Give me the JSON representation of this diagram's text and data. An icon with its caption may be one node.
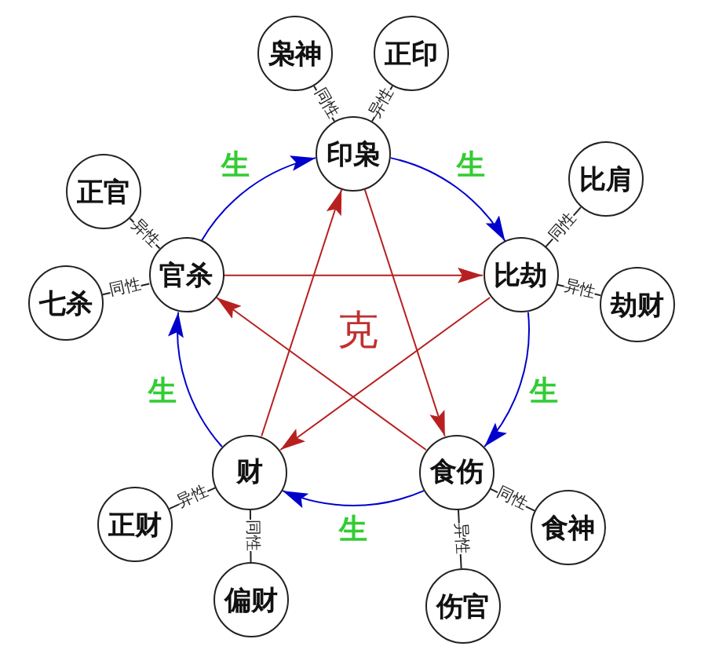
{
  "diagram": {
    "nodes": [
      {
        "text": [
          "枭神"
        ]
      },
      {
        "text": [
          "正印"
        ]
      },
      {
        "text": [
          "印枭"
        ]
      },
      {
        "text": [
          "正官"
        ]
      },
      {
        "text": [
          "比肩"
        ]
      },
      {
        "text": [
          "官杀"
        ]
      },
      {
        "text": [
          "比劫"
        ]
      },
      {
        "text": [
          "七杀"
        ]
      },
      {
        "text": [
          "劫财"
        ]
      },
      {
        "text": [
          "财"
        ]
      },
      {
        "text": [
          "食伤"
        ]
      },
      {
        "text": [
          "正财"
        ]
      },
      {
        "text": [
          "食神"
        ]
      },
      {
        "text": [
          "偏财"
        ]
      },
      {
        "text": [
          "伤官"
        ]
      }
    ],
    "edges": [
      {
        "from": 2,
        "to": 6,
        "arrow": "to",
        "label": "生",
        "color": "#0000cc"
      },
      {
        "from": 6,
        "to": 10,
        "arrow": "to",
        "label": "生",
        "color": "#0000cc"
      },
      {
        "from": 10,
        "to": 9,
        "arrow": "to",
        "label": "生",
        "color": "#0000cc"
      },
      {
        "from": 9,
        "to": 5,
        "arrow": "to",
        "label": "生",
        "color": "#0000cc"
      },
      {
        "from": 5,
        "to": 2,
        "arrow": "to",
        "label": "生",
        "color": "#0000cc"
      },
      {
        "from": 2,
        "to": 10,
        "arrow": "to",
        "color": "#b82020"
      },
      {
        "from": 10,
        "to": 5,
        "arrow": "to",
        "color": "#b82020"
      },
      {
        "from": 5,
        "to": 6,
        "arrow": "to",
        "color": "#b82020"
      },
      {
        "from": 6,
        "to": 9,
        "arrow": "to",
        "color": "#b82020"
      },
      {
        "from": 9,
        "to": 2,
        "arrow": "to",
        "color": "#b82020"
      },
      {
        "from": 2,
        "to": 0,
        "arrow": "none",
        "label": "同性"
      },
      {
        "from": 2,
        "to": 1,
        "arrow": "none",
        "label": "异性"
      },
      {
        "from": 5,
        "to": 3,
        "arrow": "none",
        "label": "异性"
      },
      {
        "from": 5,
        "to": 7,
        "arrow": "none",
        "label": "同性"
      },
      {
        "from": 6,
        "to": 4,
        "arrow": "none",
        "label": "同性"
      },
      {
        "from": 6,
        "to": 8,
        "arrow": "none",
        "label": "异性"
      },
      {
        "from": 9,
        "to": 11,
        "arrow": "none",
        "label": "异性"
      },
      {
        "from": 9,
        "to": 13,
        "arrow": "none",
        "label": "同性"
      },
      {
        "from": 10,
        "to": 12,
        "arrow": "none",
        "label": "同性"
      },
      {
        "from": 10,
        "to": 14,
        "arrow": "none",
        "label": "异性"
      }
    ],
    "labels": [
      "克"
    ]
  }
}
